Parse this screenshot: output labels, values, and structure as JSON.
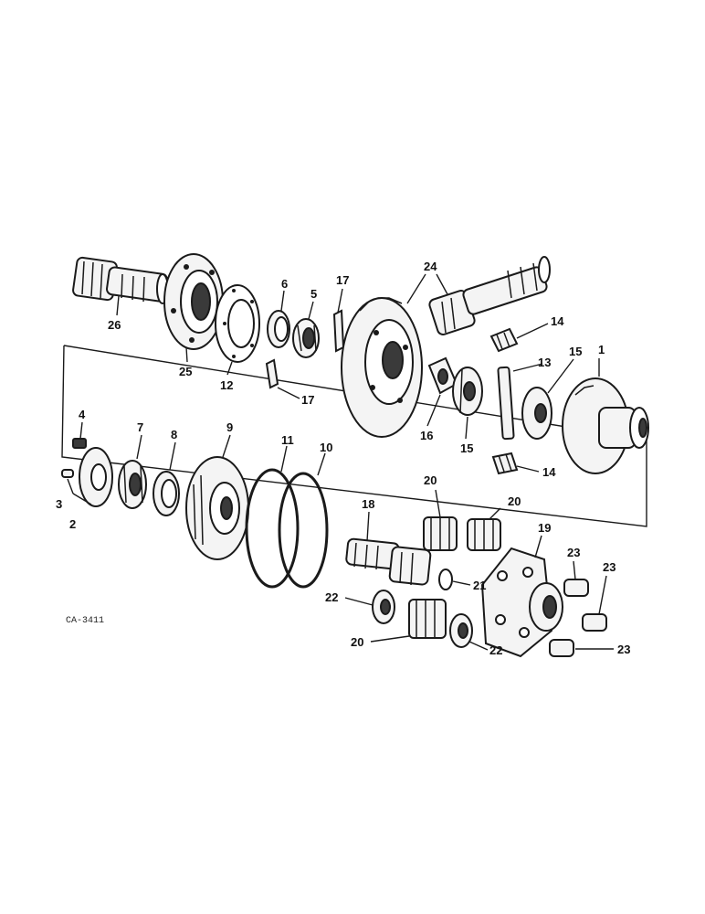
{
  "diagram": {
    "drawing_code": "CA-3411",
    "callouts": {
      "c1": "1",
      "c2": "2",
      "c3": "3",
      "c4": "4",
      "c5": "5",
      "c6": "6",
      "c7": "7",
      "c8": "8",
      "c9": "9",
      "c10": "10",
      "c11": "11",
      "c12": "12",
      "c13": "13",
      "c14a": "14",
      "c14b": "14",
      "c15a": "15",
      "c15b": "15",
      "c16": "16",
      "c17a": "17",
      "c17b": "17",
      "c18": "18",
      "c19": "19",
      "c20a": "20",
      "c20b": "20",
      "c20c": "20",
      "c21": "21",
      "c22a": "22",
      "c22b": "22",
      "c23a": "23",
      "c23b": "23",
      "c23c": "23",
      "c24": "24",
      "c25": "25",
      "c26": "26"
    }
  }
}
